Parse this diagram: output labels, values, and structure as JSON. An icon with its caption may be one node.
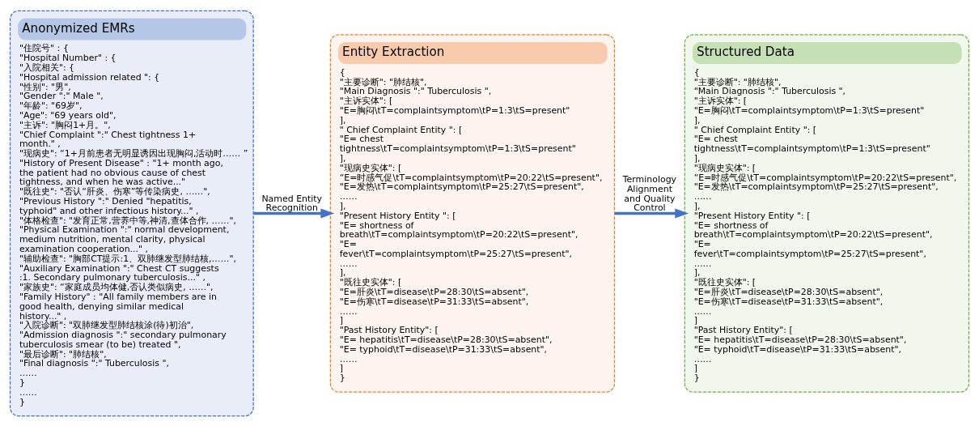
{
  "diagram": {
    "nodes": [
      {
        "text": [
          "Anonymized EMRs",
          "\"住院号\"：{",
          "\"Hospital Number\" : {",
          "\"入院相关\": {",
          "\"Hospital admission related \": {",
          "\"性别\": \"男\",",
          "\"Gender \":\" Male \",",
          "\"年龄\": \"69岁\",",
          "\"Age\": \"69 years old\",",
          "\"主诉\": \"胸闷1+月。\",",
          "\"Chief Complaint \":\" Chest tightness 1+ month.\" ,",
          "\"现病史\": “1+月前患者无明显诱因出现胸闷,活动时…… ”",
          "\"History of Present Disease\" : \"1+ month ago, the patient had no obvious cause of chest tightness, and when he was active...\"",
          "\"既往史\": \"否认“肝炎、伤寒”等传染病史, ……\",",
          "\"Previous History \":\" Denied \"hepatitis, typhoid\" and other infectious history...\" ,",
          "\"体格检查\": \"发育正常,营养中等,神清,查体合作, ……\",",
          "\"Physical Examination \":\" normal development, medium nutrition, mental clarity, physical examination cooperation...\" ,",
          "\"辅助检查\": \"胸部CT提示:1、双肺继发型肺结核,……\",",
          "\"Auxiliary Examination \":\" Chest CT suggests :1. Secondary pulmonary tuberculosis...\" ,",
          "\"家族史\": “家庭成员均体健,否认类似病史, ……\",",
          "\"Family History\" : \"All family members are in good health, denying similar medical history...\" ,",
          "\"入院诊断\": \"双肺继发型肺结核涂(待)初治\",",
          "\"Admission diagnosis \":\" secondary pulmonary tuberculosis smear (to be) treated \",",
          "\"最后诊断\": \"肺结核\",",
          "\"Final diagnosis \":\" Tuberculosis \",",
          "……",
          "}",
          "……",
          "}"
        ]
      },
      {
        "text": [
          "Entity Extraction",
          "{",
          "\"主要诊断\": \"肺结核\",",
          "\"Main Diagnosis \":\" Tuberculosis \",",
          "\"主诉实体\": [",
          "\"E=胸闷\\tT=complaintsymptom\\tP=1:3\\tS=present\"",
          "],",
          "\" Chief Complaint Entity \": [",
          "\"E= chest tightness\\tT=complaintsymptom\\tP=1:3\\tS=present\"",
          "],",
          "\"现病史实体\": [",
          "“E=时感气促\\tT=complaintsymptom\\tP=20:22\\tS=present\",",
          "\"E=发热\\tT=complaintsymptom\\tP=25:27\\tS=present\",",
          "……",
          "],",
          "\"Present History Entity \": [",
          "\"E= shortness of breath\\tT=complaintsymptom\\tP=20:22\\tS=present\",",
          "\"E= fever\\tT=complaintsymptom\\tP=25:27\\tS=present\",",
          "……",
          "],",
          "\"既往史实体\": [",
          "\"E=肝炎\\tT=disease\\tP=28:30\\tS=absent\",",
          "\"E=伤寒\\tT=disease\\tP=31:33\\tS=absent\",",
          "……",
          "]",
          "\"Past History Entity\": [",
          "\"E= hepatitis\\tT=disease\\tP=28:30\\tS=absent\",",
          "\"E= typhoid\\tT=disease\\tP=31:33\\tS=absent\",",
          "……",
          "]",
          "}"
        ]
      },
      {
        "text": [
          "Structured Data",
          "{",
          "\"主要诊断\": \"肺结核\",",
          "\"Main Diagnosis \":\" Tuberculosis \",",
          "\"主诉实体\": [",
          "\"E=胸闷\\tT=complaintsymptom\\tP=1:3\\tS=present\"",
          "],",
          "\" Chief Complaint Entity \": [",
          "\"E= chest tightness\\tT=complaintsymptom\\tP=1:3\\tS=present\"",
          "],",
          "\"现病史实体\": [",
          "“E=时感气促\\tT=complaintsymptom\\tP=20:22\\tS=present\",",
          "\"E=发热\\tT=complaintsymptom\\tP=25:27\\tS=present\",",
          "……",
          "],",
          "\"Present History Entity \": [",
          "\"E= shortness of breath\\tT=complaintsymptom\\tP=20:22\\tS=present\",",
          "\"E= fever\\tT=complaintsymptom\\tP=25:27\\tS=present\",",
          "……",
          "],",
          "\"既往史实体\": [",
          "\"E=肝炎\\tT=disease\\tP=28:30\\tS=absent\",",
          "\"E=伤寒\\tT=disease\\tP=31:33\\tS=absent\",",
          "……",
          "]",
          "\"Past History Entity\": [",
          "\"E= hepatitis\\tT=disease\\tP=28:30\\tS=absent\",",
          "\"E= typhoid\\tT=disease\\tP=31:33\\tS=absent\",",
          "……",
          "]",
          "}"
        ]
      }
    ],
    "edges": [
      {
        "from": 0,
        "to": 1,
        "arrow": "to",
        "label": "Named Entity Recognition"
      },
      {
        "from": 1,
        "to": 2,
        "arrow": "to",
        "label": "Terminology Alignment and Quality Control"
      }
    ]
  }
}
